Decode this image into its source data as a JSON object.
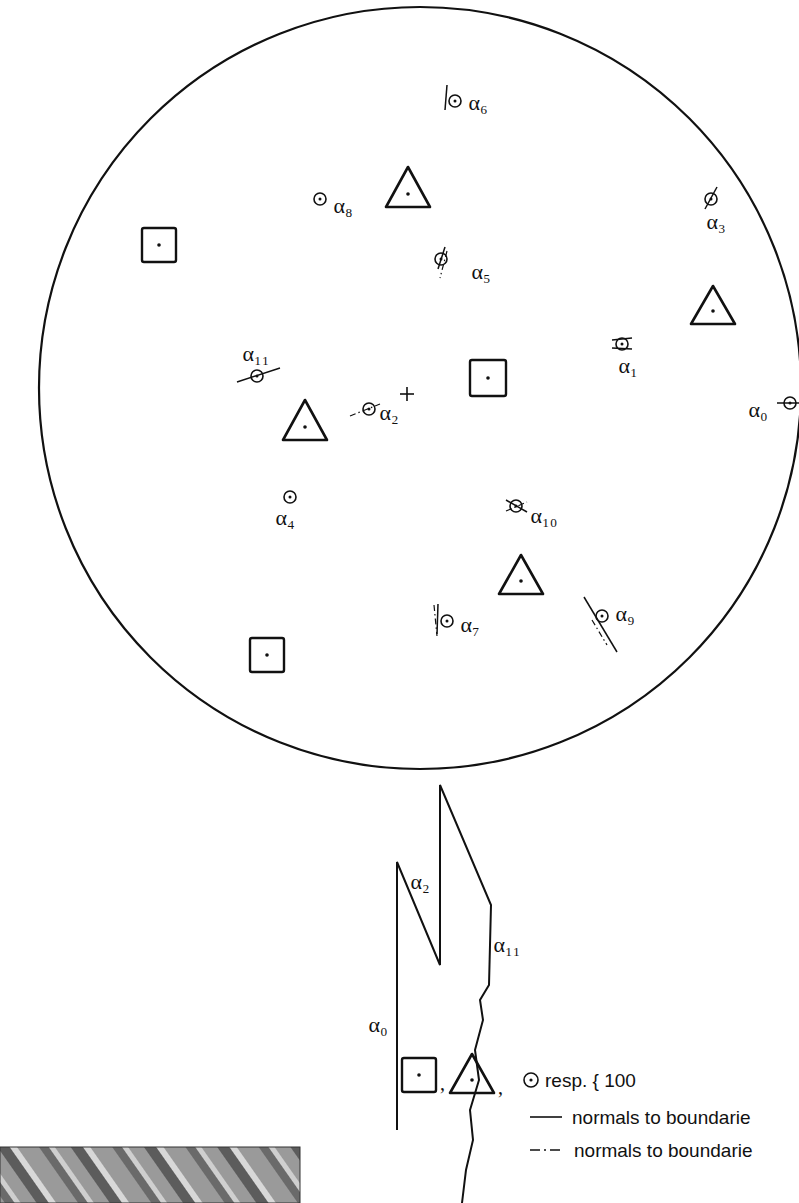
{
  "diagram": {
    "labels": [
      "α₆",
      "α₈",
      "α₃",
      "α₅",
      "α₁",
      "α₁₁",
      "α₀",
      "α₂",
      "α₄",
      "α₁₀",
      "α₇",
      "α₉",
      "α₂",
      "α₁₁",
      "α₀"
    ],
    "legend": [
      {
        "text": "resp. { 100"
      },
      {
        "text": "normals to boundarie"
      },
      {
        "text": "normals to boundarie"
      }
    ]
  }
}
